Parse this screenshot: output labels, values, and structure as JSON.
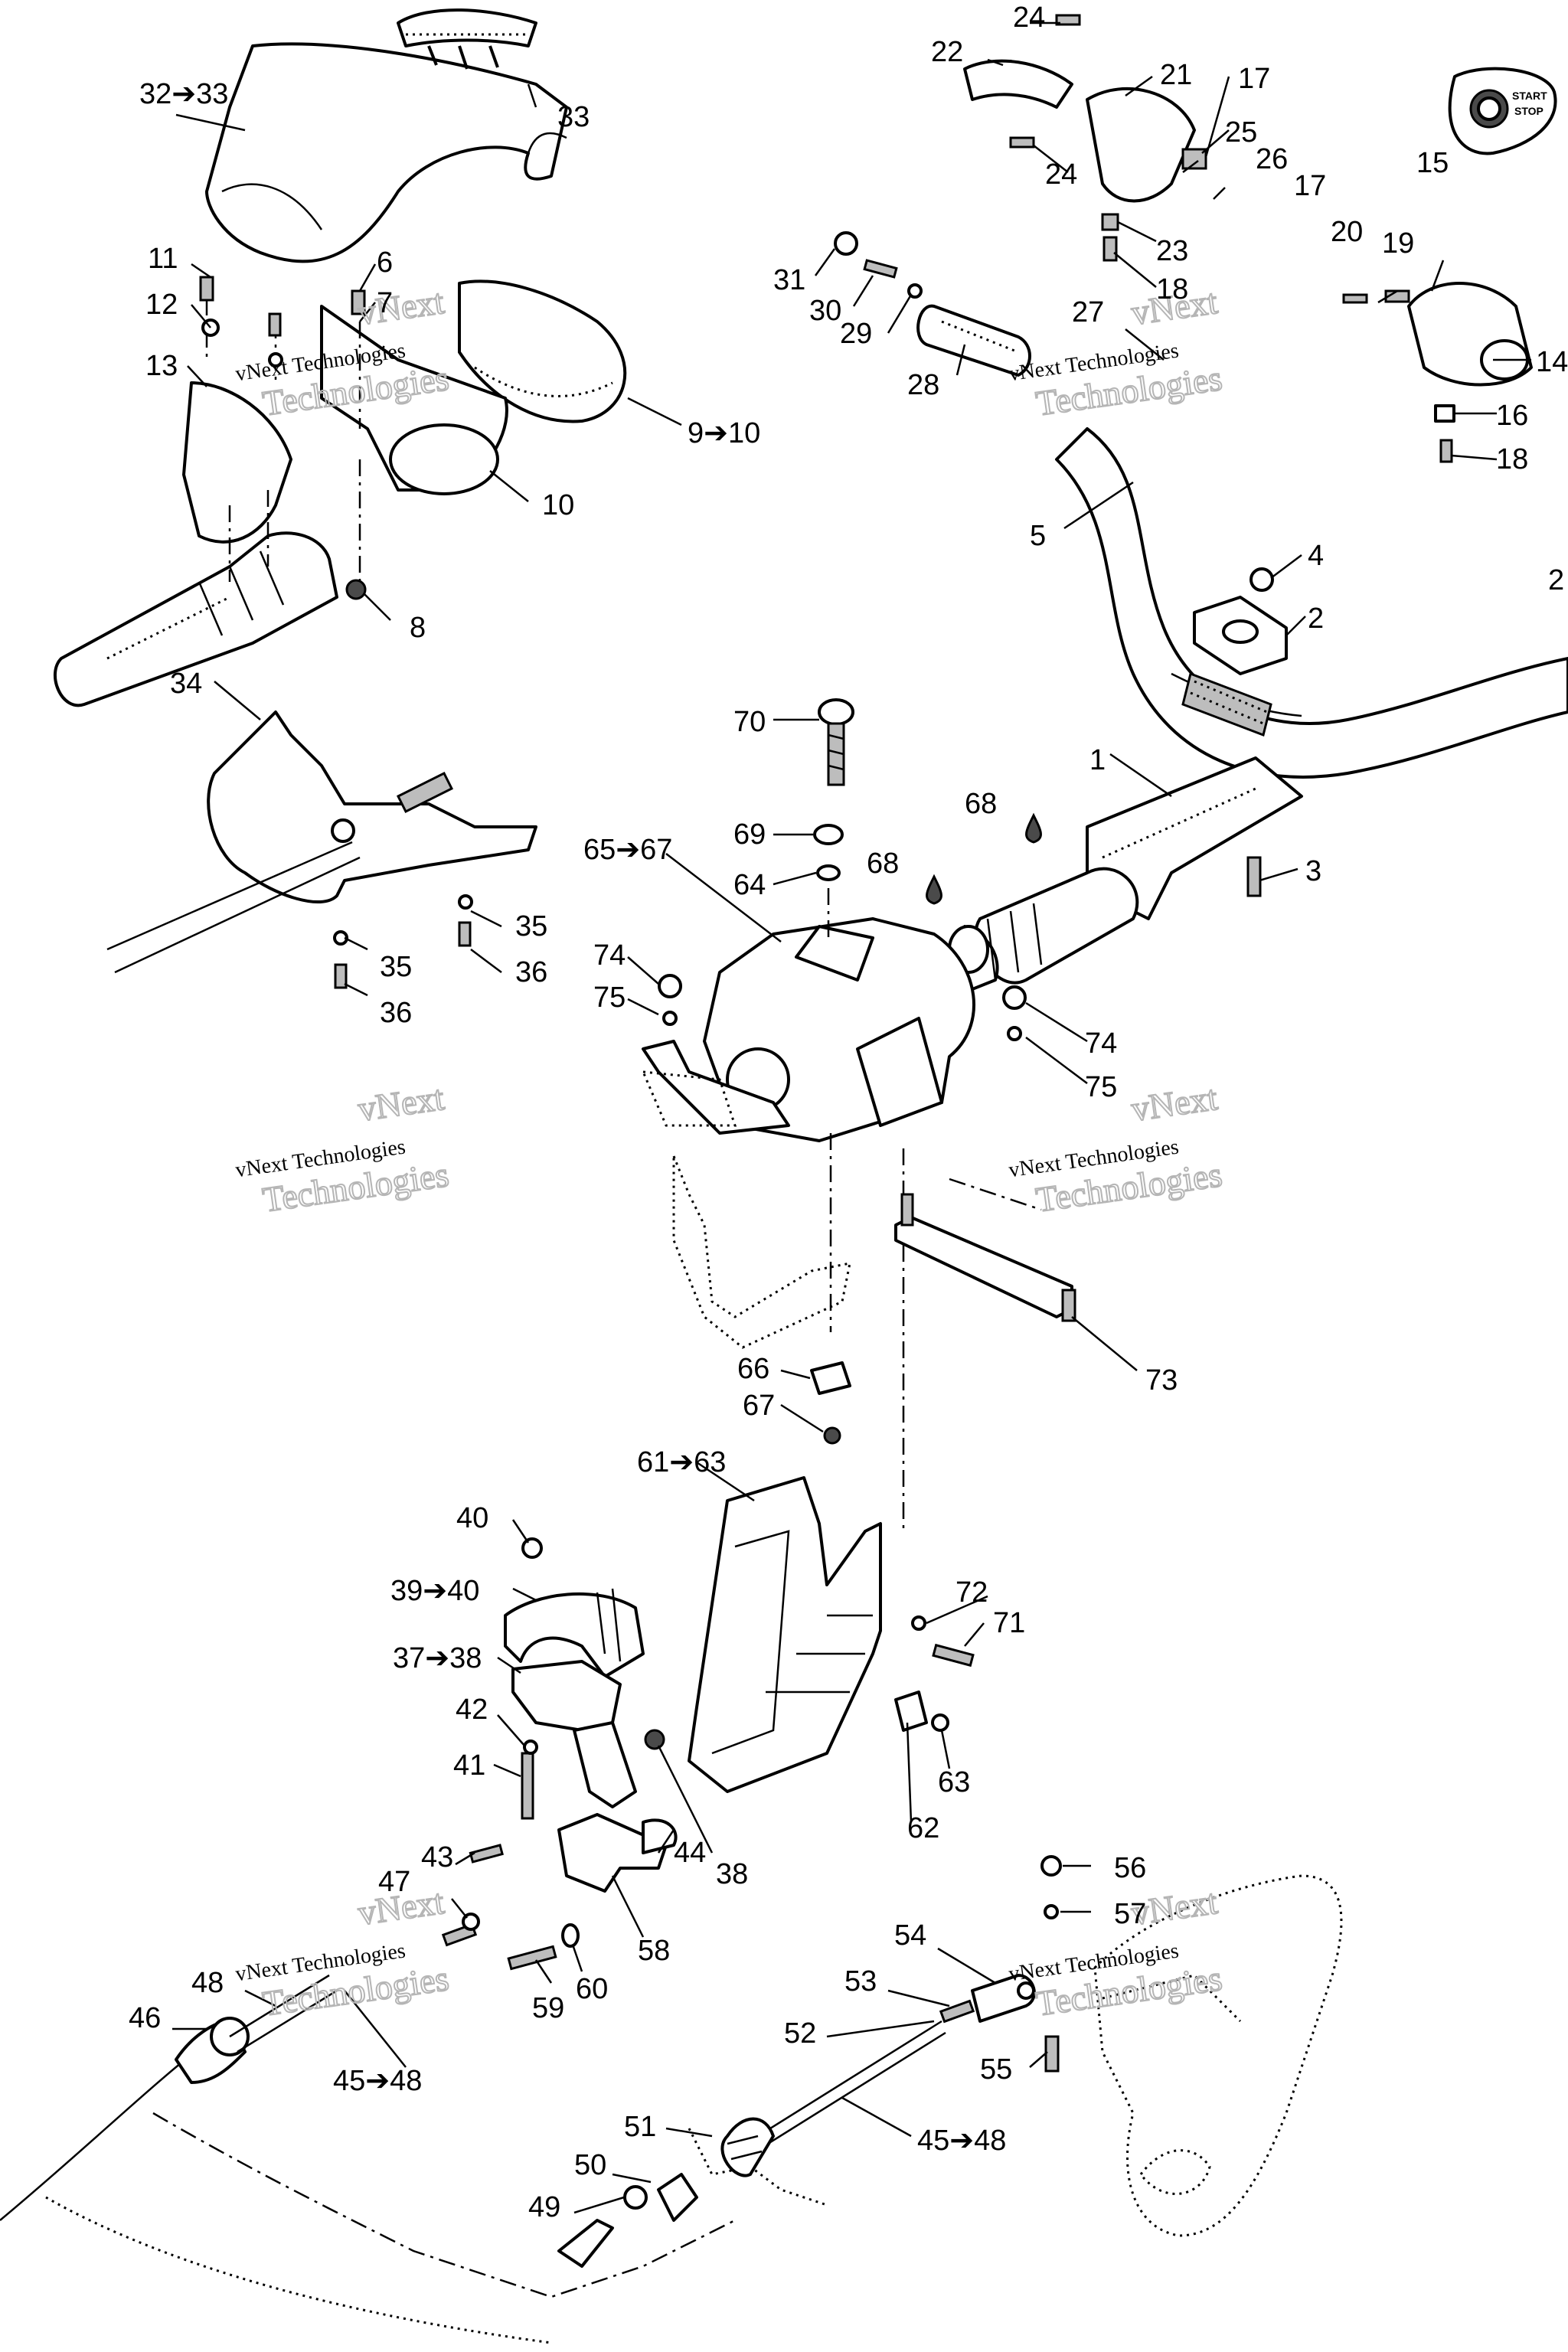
{
  "watermarks": [
    {
      "line1": "vNext",
      "line2": "vNext Technologies",
      "line3": "Technologies"
    },
    {
      "line1": "vNext",
      "line2": "vNext Technologies",
      "line3": "Technologies"
    },
    {
      "line1": "vNext",
      "line2": "vNext Technologies",
      "line3": "Technologies"
    },
    {
      "line1": "vNext",
      "line2": "vNext Technologies",
      "line3": "Technologies"
    },
    {
      "line1": "vNext",
      "line2": "vNext Technologies",
      "line3": "Technologies"
    },
    {
      "line1": "vNext",
      "line2": "vNext Technologies",
      "line3": "Technologies"
    }
  ],
  "switch_label": {
    "line1": "START",
    "line2": "STOP"
  },
  "callouts": [
    "32➔33",
    "33",
    "11",
    "6",
    "12",
    "7",
    "13",
    "9➔10",
    "10",
    "8",
    "24",
    "22",
    "21",
    "17",
    "25",
    "24",
    "26",
    "17",
    "23",
    "18",
    "15",
    "20",
    "19",
    "14",
    "16",
    "18",
    "2",
    "31",
    "30",
    "29",
    "28",
    "27",
    "5",
    "4",
    "2",
    "1",
    "68",
    "68",
    "3",
    "34",
    "35",
    "35",
    "36",
    "36",
    "70",
    "69",
    "65➔67",
    "64",
    "74",
    "75",
    "74",
    "75",
    "66",
    "67",
    "73",
    "61➔63",
    "40",
    "39➔40",
    "72",
    "71",
    "37➔38",
    "42",
    "41",
    "63",
    "62",
    "43",
    "38",
    "44",
    "47",
    "58",
    "48",
    "59",
    "60",
    "46",
    "45➔48",
    "56",
    "57",
    "54",
    "53",
    "52",
    "55",
    "51",
    "50",
    "49",
    "45➔48"
  ]
}
